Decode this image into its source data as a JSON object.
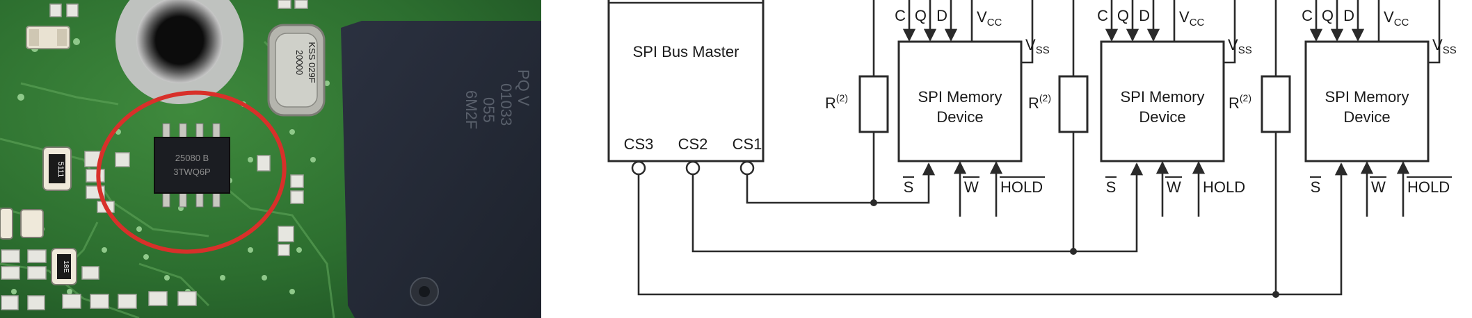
{
  "photo": {
    "chip_marking_lines": [
      "25080 B",
      "3TWQ6P"
    ],
    "crystal_marking_lines": [
      "20000",
      "KSS 029F"
    ],
    "resistor_marking_lines": [
      "5111",
      "18E"
    ],
    "ic_marking_lines": [
      "PQ V",
      "01033",
      "055",
      "6M2F"
    ],
    "highlight_color": "#d8302a"
  },
  "diagram": {
    "master_label": "SPI Bus Master",
    "cs_labels": [
      "CS3",
      "CS2",
      "CS1"
    ],
    "resistor_label": "R",
    "resistor_sup": "(2)",
    "pin_labels": [
      "C",
      "Q",
      "D"
    ],
    "vcc": "V",
    "vcc_sub": "CC",
    "vss": "V",
    "vss_sub": "SS",
    "device_line1": "SPI Memory",
    "device_line2": "Device",
    "s_label": "S",
    "w_label": "W",
    "hold_labels": [
      "HOLD",
      "HOLD",
      "HOLD"
    ],
    "hold_overbar": [
      true,
      false,
      true
    ]
  }
}
